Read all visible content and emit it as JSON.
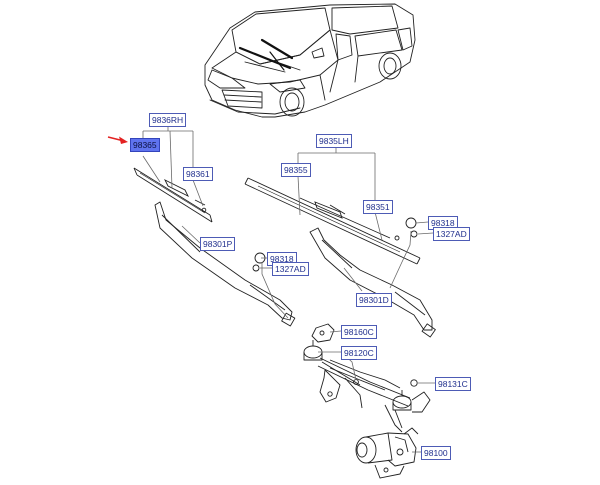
{
  "labels": {
    "blade_rh_assy": "9836RH",
    "refill_rh_selected": "98365",
    "refill_rh": "98361",
    "blade_lh_assy": "9835LH",
    "blade_lh_a": "98355",
    "blade_lh_b": "98351",
    "arm_passenger": "98301P",
    "arm_driver": "98301D",
    "cap_passenger": "98318",
    "nut_passenger": "1327AD",
    "cap_driver": "98318",
    "nut_driver": "1327AD",
    "pivot_cover": "98160C",
    "linkage": "98120C",
    "crank": "98131C",
    "motor": "98100"
  },
  "colors": {
    "line": "#222222",
    "leader": "#6a6a6a",
    "label_text": "#1f2e8c",
    "label_border": "#4d5bb5",
    "highlight": "#5f73ef",
    "pointer_arrow": "#e32222"
  },
  "icons": {
    "pointer": "red-arrow-icon",
    "vehicle": "suv-car-icon"
  }
}
